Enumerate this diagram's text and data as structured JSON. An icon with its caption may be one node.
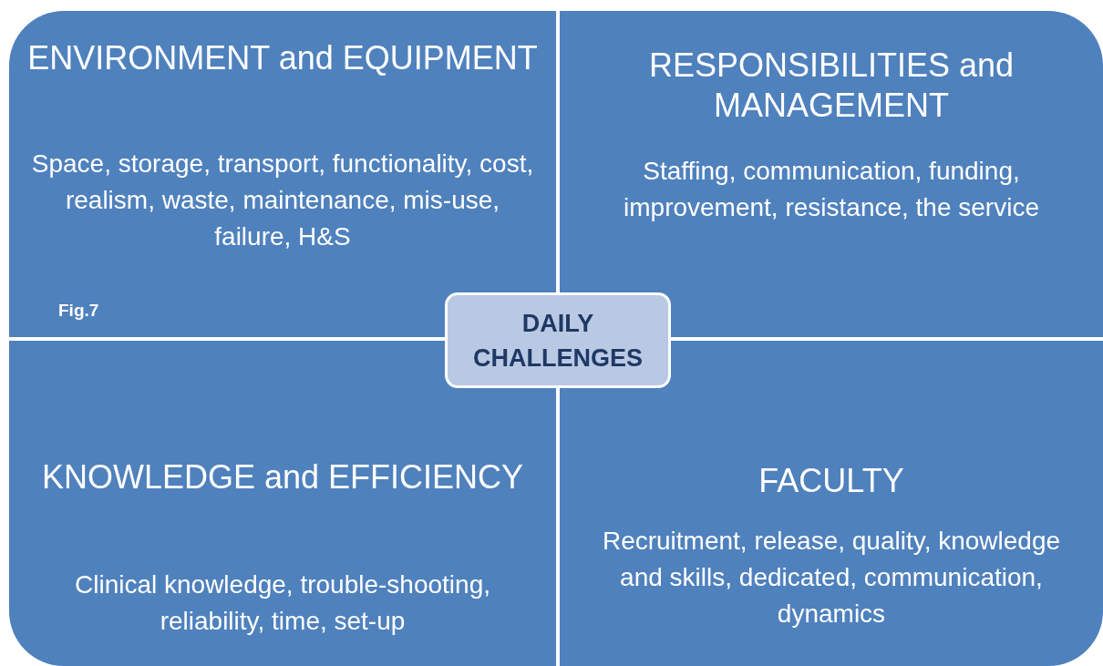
{
  "diagram": {
    "nodes": [
      {
        "text": [
          "ENVIRONMENT and EQUIPMENT",
          "Space, storage, transport, functionality, cost, realism, waste, maintenance, mis-use, failure, H&S"
        ]
      },
      {
        "text": [
          "RESPONSIBILITIES and MANAGEMENT",
          "Staffing, communication, funding, improvement, resistance, the service"
        ]
      },
      {
        "text": [
          "KNOWLEDGE and EFFICIENCY",
          "Clinical knowledge, trouble-shooting, reliability, time, set-up"
        ]
      },
      {
        "text": [
          "FACULTY",
          "Recruitment, release, quality, knowledge and skills, dedicated, communication, dynamics"
        ]
      },
      {
        "text": [
          "DAILY CHALLENGES"
        ]
      }
    ],
    "edges": [],
    "labels": [
      "Fig.7"
    ]
  }
}
